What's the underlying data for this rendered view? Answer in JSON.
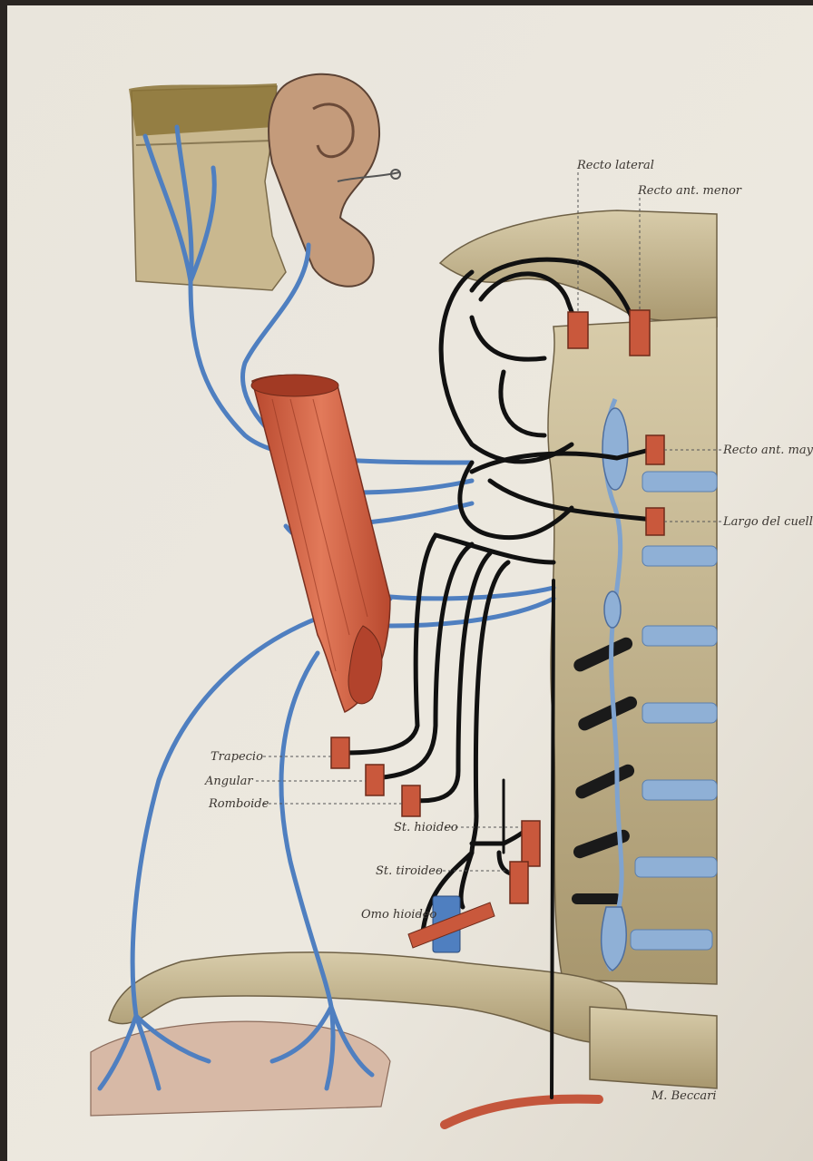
{
  "labels": {
    "recto_lateral": "Recto lateral",
    "recto_ant_menor": "Recto ant. menor",
    "recto_ant_mayor": "Recto ant. mayor",
    "largo_del_cuello": "Largo del cuello",
    "trapecio": "Trapecio",
    "angular": "Angular",
    "romboide": "Romboide",
    "st_hioideo": "St. hioideo",
    "st_tiroideo": "St. tiroideo",
    "omohioideo": "Omo hioideo"
  },
  "signature": "M. Beccari",
  "colors": {
    "paper": "#ebe7de",
    "nerve_black": "#111111",
    "nerve_blue": "#4f7fc0",
    "muscle_red": "#c9583c",
    "bone": "#bfb08a",
    "disc_blue": "#8fb0d6"
  }
}
